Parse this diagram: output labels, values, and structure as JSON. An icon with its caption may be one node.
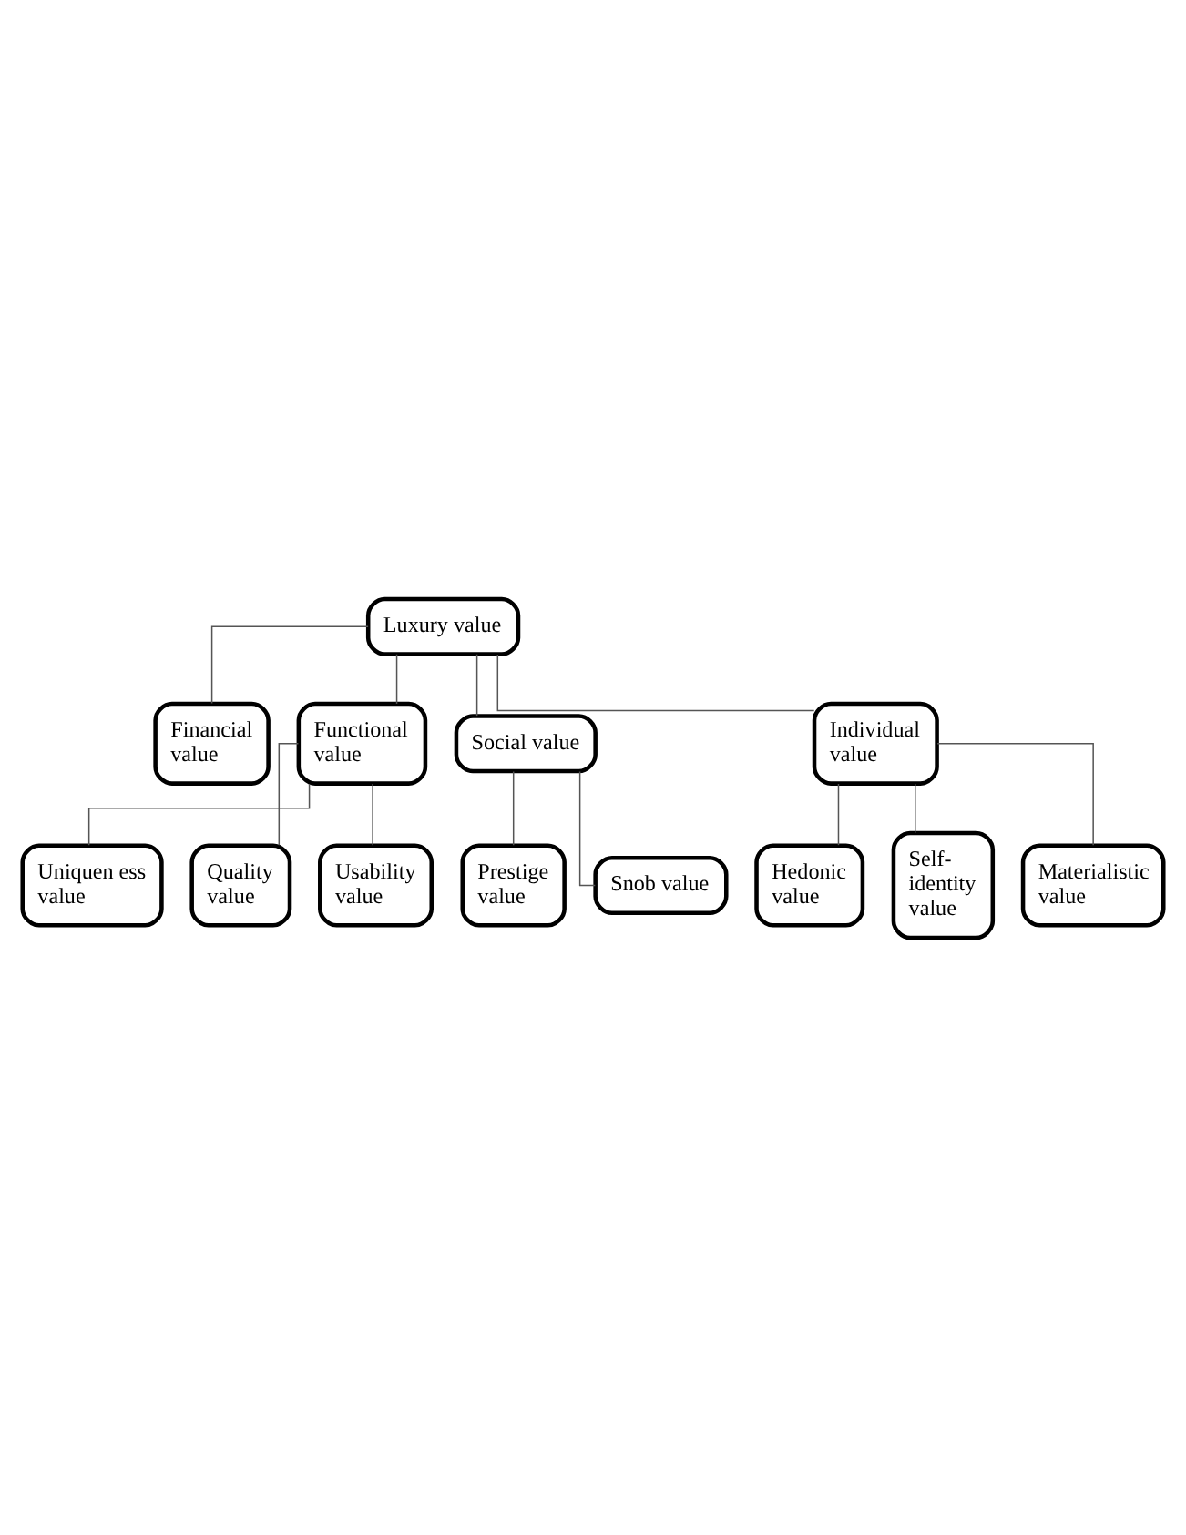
{
  "diagram": {
    "nodes": [
      {
        "text": [
          "Luxury value"
        ]
      },
      {
        "text": [
          "Financial value"
        ]
      },
      {
        "text": [
          "Functional value"
        ]
      },
      {
        "text": [
          "Social value"
        ]
      },
      {
        "text": [
          "Individual value"
        ]
      },
      {
        "text": [
          "Uniquen ess value"
        ]
      },
      {
        "text": [
          "Quality value"
        ]
      },
      {
        "text": [
          "Usability value"
        ]
      },
      {
        "text": [
          "Prestige value"
        ]
      },
      {
        "text": [
          "Snob value"
        ]
      },
      {
        "text": [
          "Hedonic value"
        ]
      },
      {
        "text": [
          "Self- identity value"
        ]
      },
      {
        "text": [
          "Materialistic value"
        ]
      }
    ],
    "edges": [
      {
        "from": 0,
        "to": 1,
        "arrow": "none"
      },
      {
        "from": 0,
        "to": 2,
        "arrow": "none"
      },
      {
        "from": 0,
        "to": 3,
        "arrow": "none"
      },
      {
        "from": 0,
        "to": 4,
        "arrow": "none"
      },
      {
        "from": 2,
        "to": 5,
        "arrow": "none"
      },
      {
        "from": 2,
        "to": 6,
        "arrow": "none"
      },
      {
        "from": 2,
        "to": 7,
        "arrow": "none"
      },
      {
        "from": 3,
        "to": 8,
        "arrow": "none"
      },
      {
        "from": 3,
        "to": 9,
        "arrow": "none"
      },
      {
        "from": 4,
        "to": 10,
        "arrow": "none"
      },
      {
        "from": 4,
        "to": 11,
        "arrow": "none"
      },
      {
        "from": 4,
        "to": 12,
        "arrow": "none"
      }
    ]
  }
}
